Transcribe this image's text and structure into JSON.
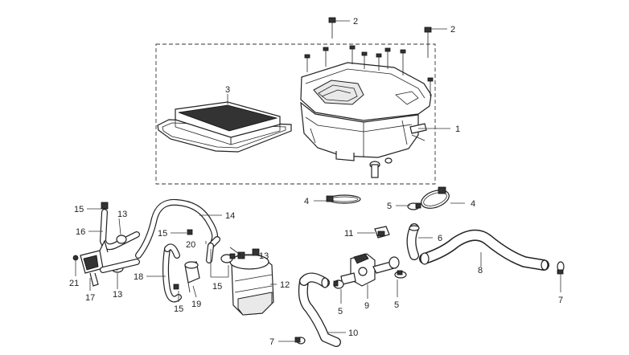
{
  "parts": [
    {
      "id": "p1",
      "label": "1"
    },
    {
      "id": "p2a",
      "label": "2"
    },
    {
      "id": "p2b",
      "label": "2"
    },
    {
      "id": "p3",
      "label": "3"
    },
    {
      "id": "p4a",
      "label": "4"
    },
    {
      "id": "p4b",
      "label": "4"
    },
    {
      "id": "p5a",
      "label": "5"
    },
    {
      "id": "p5b",
      "label": "5"
    },
    {
      "id": "p5c",
      "label": "5"
    },
    {
      "id": "p6",
      "label": "6"
    },
    {
      "id": "p7a",
      "label": "7"
    },
    {
      "id": "p7b",
      "label": "7"
    },
    {
      "id": "p8",
      "label": "8"
    },
    {
      "id": "p9",
      "label": "9"
    },
    {
      "id": "p10",
      "label": "10"
    },
    {
      "id": "p11",
      "label": "11"
    },
    {
      "id": "p12",
      "label": "12"
    },
    {
      "id": "p13a",
      "label": "13"
    },
    {
      "id": "p13b",
      "label": "13"
    },
    {
      "id": "p13c",
      "label": "13"
    },
    {
      "id": "p14",
      "label": "14"
    },
    {
      "id": "p15a",
      "label": "15"
    },
    {
      "id": "p15b",
      "label": "15"
    },
    {
      "id": "p15c",
      "label": "15"
    },
    {
      "id": "p15d",
      "label": "15"
    },
    {
      "id": "p16",
      "label": "16"
    },
    {
      "id": "p17",
      "label": "17"
    },
    {
      "id": "p18",
      "label": "18"
    },
    {
      "id": "p19",
      "label": "19"
    },
    {
      "id": "p20",
      "label": "20"
    },
    {
      "id": "p21",
      "label": "21"
    }
  ],
  "icons": {
    "air_filter_housing": "air-filter-housing-icon",
    "air_filter_element": "air-filter-element-icon",
    "canister": "charcoal-canister-icon",
    "valve": "purge-valve-icon",
    "sensor": "sensor-icon"
  }
}
